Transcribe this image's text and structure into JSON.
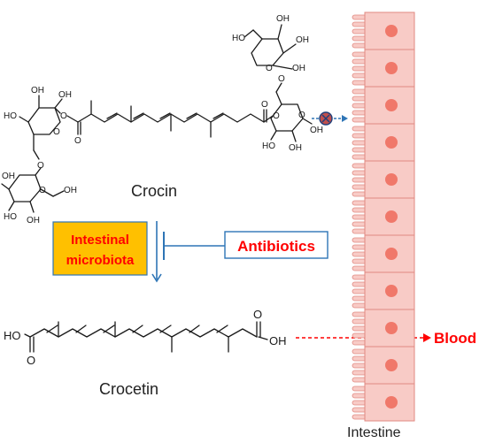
{
  "molecules": {
    "crocin_label": "Crocin",
    "crocetin_label": "Crocetin"
  },
  "boxes": {
    "microbiota_line1": "Intestinal",
    "microbiota_line2": "microbiota",
    "antibiotics": "Antibiotics"
  },
  "labels": {
    "blood": "Blood",
    "intestine": "Intestine"
  },
  "atoms": {
    "oh": "OH",
    "ho": "HO",
    "o": "O"
  },
  "colors": {
    "microbiota_fill": "#FFC000",
    "microbiota_border": "#2E75B6",
    "box_text": "#FF0000",
    "arrow_blue": "#2E75B6",
    "blood_red": "#FF0000",
    "cell_fill": "#F8CBC6",
    "nucleus": "#F0786A",
    "cell_border": "#E08A82",
    "blocked_fill": "#C0504D",
    "blocked_border": "#1F3F7A"
  },
  "icons": {
    "blocked": "blocked-circle-icon"
  }
}
